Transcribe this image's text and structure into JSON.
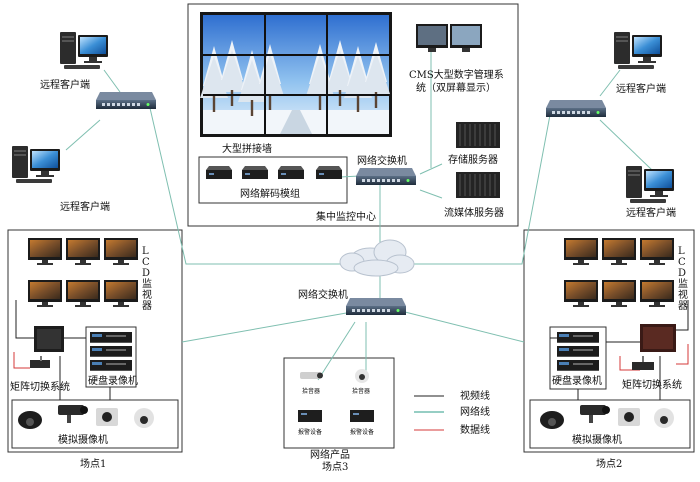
{
  "labels": {
    "remote_client_tl": "远程客户端",
    "remote_client_bl": "远程客户端",
    "remote_client_tr": "远程客户端",
    "remote_client_br": "远程客户端",
    "video_wall": "大型拼接墙",
    "cms_line1": "CMS大型数字管理系",
    "cms_line2": "统（双屏幕显示）",
    "core_switch": "网络交换机",
    "storage_server": "存储服务器",
    "decoder_module": "网络解码模组",
    "streaming_server": "流媒体服务器",
    "control_center": "集中监控中心",
    "lcd_wall_left": "LCD监视器",
    "lcd_wall_right": "LCD监视器",
    "matrix_left": "矩阵切换系统",
    "matrix_right": "矩阵切换系统",
    "dvr_left": "硬盘录像机",
    "dvr_right": "硬盘录像机",
    "analog_cam_left": "模拟摄像机",
    "analog_cam_right": "模拟摄像机",
    "site1": "场点1",
    "site2": "场点2",
    "site3": "场点3",
    "mid_switch": "网络交换机",
    "pickup_a": "拾音器",
    "pickup_b": "拾音器",
    "alarm_a": "报警设备",
    "alarm_b": "报警设备",
    "net_products": "网络产品"
  },
  "legend": [
    {
      "label": "视频线",
      "color": "#222222"
    },
    {
      "label": "网络线",
      "color": "#2e9e88"
    },
    {
      "label": "数据线",
      "color": "#d43a3a"
    }
  ],
  "colors": {
    "network_line": "#7fbfb0",
    "video_line": "#222222",
    "data_line": "#d43a3a"
  }
}
